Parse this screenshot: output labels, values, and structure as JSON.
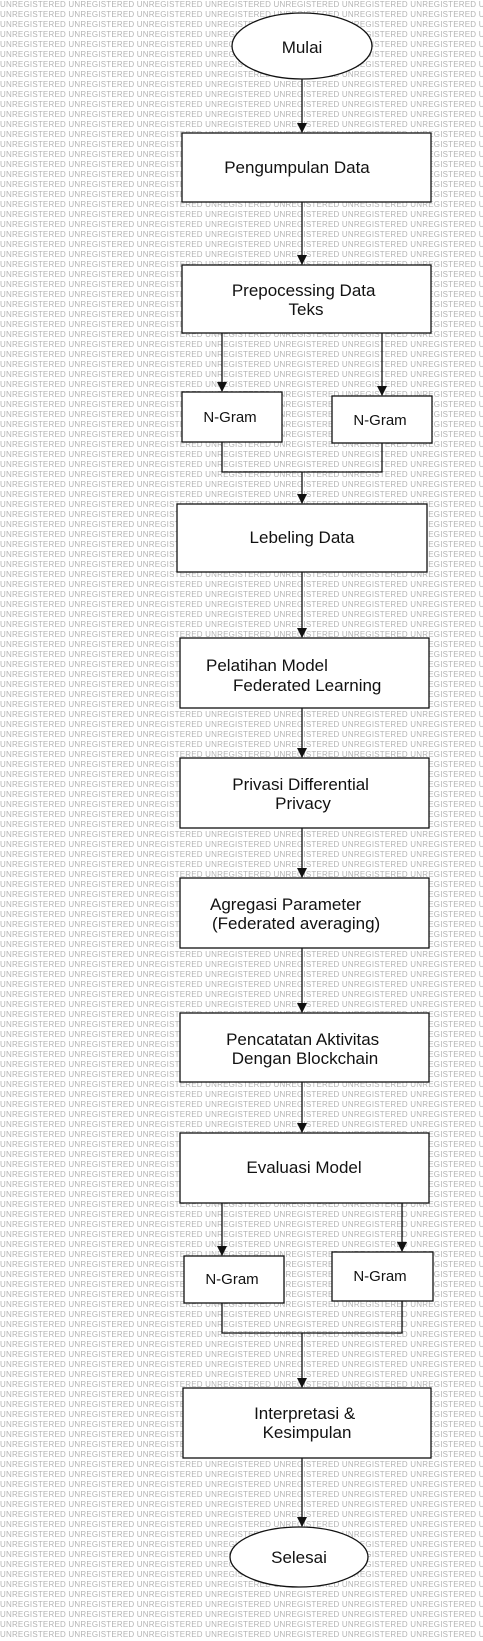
{
  "watermark": {
    "text": "UNREGISTERED",
    "color": "#b4b4b4"
  },
  "colors": {
    "stroke": "#111111",
    "fill": "#ffffff",
    "text": "#111111"
  },
  "nodes": {
    "start": {
      "label": "Mulai"
    },
    "collect": {
      "label": "Pengumpulan Data"
    },
    "prep": {
      "lines": [
        "Prepocessing Data",
        "Teks"
      ]
    },
    "ngram_a1": {
      "label": "N-Gram"
    },
    "ngram_a2": {
      "label": "N-Gram"
    },
    "label_data": {
      "label": "Lebeling Data"
    },
    "train": {
      "lines": [
        "Pelatihan Model",
        "Federated Learning"
      ]
    },
    "privacy": {
      "lines": [
        "Privasi Differential",
        "Privacy"
      ]
    },
    "aggregate": {
      "lines": [
        "Agregasi Parameter",
        "(Federated averaging)"
      ]
    },
    "record": {
      "lines": [
        "Pencatatan Aktivitas",
        "Dengan Blockchain"
      ]
    },
    "evaluate": {
      "label": "Evaluasi Model"
    },
    "ngram_b1": {
      "label": "N-Gram"
    },
    "ngram_b2": {
      "label": "N-Gram"
    },
    "interpret": {
      "lines": [
        "Interpretasi &",
        "Kesimpulan"
      ]
    },
    "end": {
      "label": "Selesai"
    }
  }
}
